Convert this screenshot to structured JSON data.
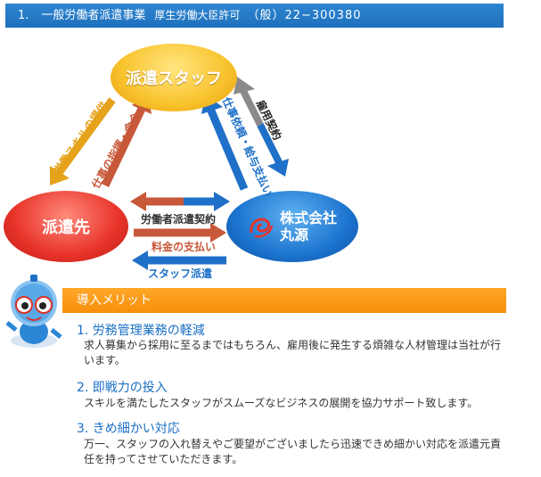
{
  "header": {
    "number": "1.",
    "title": "一般労働者派遣事業",
    "license": "厚生労働大臣許可",
    "code": "（般）22−300380"
  },
  "diagram": {
    "nodes": {
      "staff": "派遣スタッフ",
      "client": "派遣先",
      "company_line1": "株式会社",
      "company_line2": "丸源"
    },
    "edges": {
      "skill_provision": "労働スキルの提供",
      "work_instruction": "仕事の指揮・命令",
      "work_request": "仕事依頼・給与支払い",
      "employment_contract": "雇用契約",
      "dispatch_contract": "労働者派遣契約",
      "fee_payment": "料金の支払い",
      "staff_dispatch": "スタッフ派遣"
    },
    "colors": {
      "staff": "#f8c22c",
      "client": "#e8332a",
      "company": "#1c74cf",
      "arrow_gold": "#e5a21a",
      "arrow_red": "#c8583a",
      "arrow_blue": "#1f70c8",
      "header_blue": "#2e86d2",
      "benefit_orange": "#f89a18"
    }
  },
  "benefits": {
    "title": "導入メリット",
    "items": [
      {
        "heading": "1. 労務管理業務の軽減",
        "body_line1": "求人募集から採用に至るまではもちろん、雇用後に発生する煩雑な人材管理は当社が行",
        "body_line2": "います。"
      },
      {
        "heading": "2. 即戦力の投入",
        "body_line1": "スキルを満たしたスタッフがスムーズなビジネスの展開を協力サポート致します。",
        "body_line2": ""
      },
      {
        "heading": "3. きめ細かい対応",
        "body_line1": "万一、スタッフの入れ替えやご要望がございましたら迅速できめ細かい対応を派遣元責",
        "body_line2": "任を持ってさせていただきます。"
      }
    ]
  }
}
